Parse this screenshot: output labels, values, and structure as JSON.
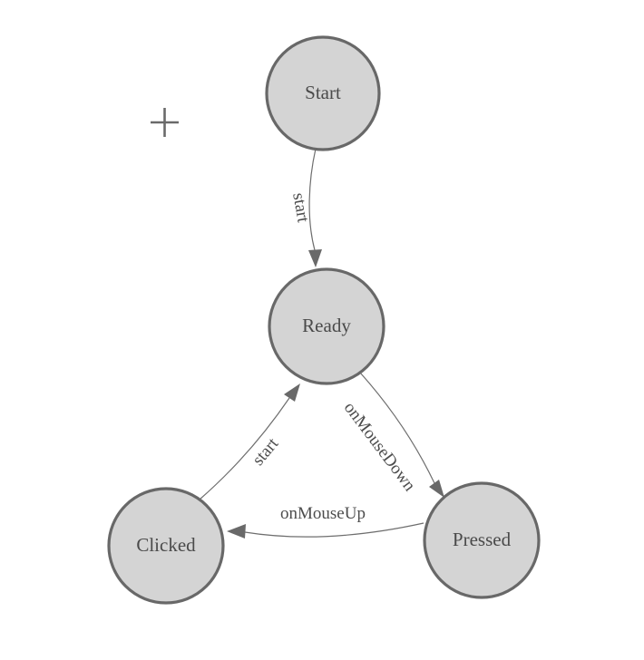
{
  "canvas": {
    "background": "#ffffff",
    "kind": "state-machine-diagram"
  },
  "colors": {
    "node_fill": "#d4d4d4",
    "node_border": "#686868",
    "edge": "#6e6e6e",
    "text": "#4a4a4a"
  },
  "cursor": {
    "type": "plus-crosshair"
  },
  "nodes": [
    {
      "id": "start",
      "label": "Start"
    },
    {
      "id": "ready",
      "label": "Ready"
    },
    {
      "id": "clicked",
      "label": "Clicked"
    },
    {
      "id": "pressed",
      "label": "Pressed"
    }
  ],
  "edges": [
    {
      "from": "Start",
      "to": "Ready",
      "label": "start"
    },
    {
      "from": "Clicked",
      "to": "Ready",
      "label": "start"
    },
    {
      "from": "Ready",
      "to": "Pressed",
      "label": "onMouseDown"
    },
    {
      "from": "Pressed",
      "to": "Clicked",
      "label": "onMouseUp"
    }
  ]
}
